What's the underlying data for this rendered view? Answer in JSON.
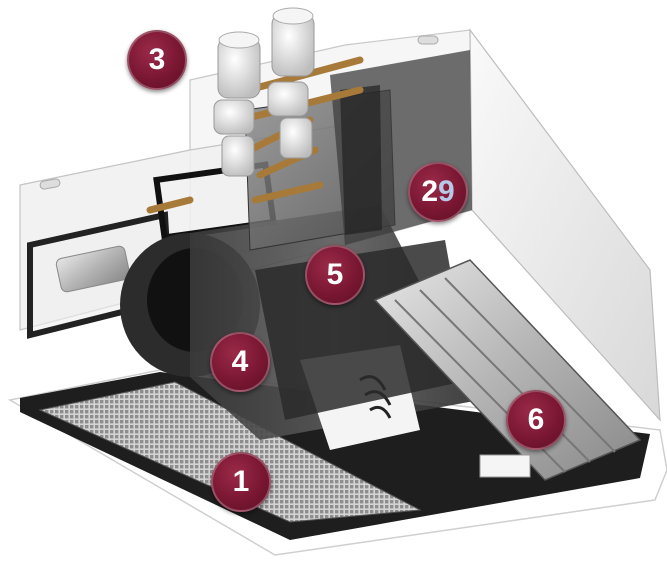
{
  "callouts": [
    {
      "id": "callout-3",
      "label": "3"
    },
    {
      "id": "callout-2",
      "label": "2"
    },
    {
      "id": "callout-5",
      "label": "5"
    },
    {
      "id": "callout-4",
      "label": "4"
    },
    {
      "id": "callout-6",
      "label": "6"
    },
    {
      "id": "callout-1",
      "label": "1"
    }
  ],
  "callout_2_suffix": "9",
  "colors": {
    "badge": "#7a1733",
    "badge_text": "#ffffff",
    "housing": "#f2f2f2",
    "coil": "#8a8a8a"
  }
}
